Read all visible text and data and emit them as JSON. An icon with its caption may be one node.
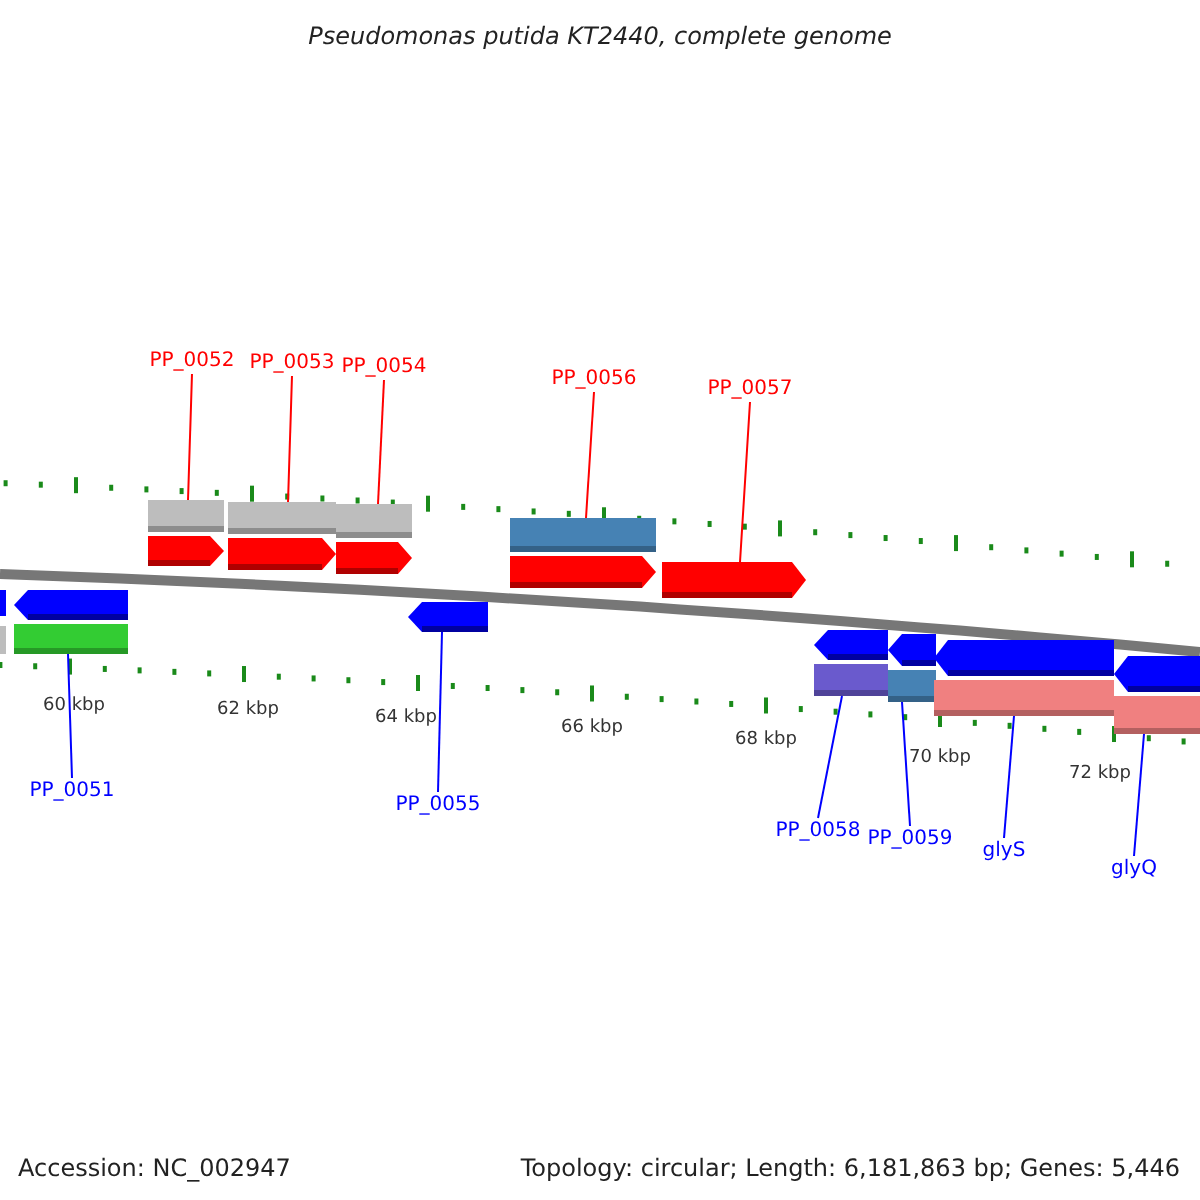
{
  "diagram": {
    "title": "Pseudomonas putida KT2440, complete genome",
    "nodes": [
      {
        "text": [
          "PP_0052"
        ]
      },
      {
        "text": [
          "PP_0053"
        ]
      },
      {
        "text": [
          "PP_0054"
        ]
      },
      {
        "text": [
          "PP_0056"
        ]
      },
      {
        "text": [
          "PP_0057"
        ]
      },
      {
        "text": [
          "PP_0051"
        ]
      },
      {
        "text": [
          "PP_0055"
        ]
      },
      {
        "text": [
          "PP_0058"
        ]
      },
      {
        "text": [
          "PP_0059"
        ]
      },
      {
        "text": [
          "glyS"
        ]
      },
      {
        "text": [
          "glyQ"
        ]
      },
      {
        "text": [],
        "shape": "bar"
      },
      {
        "text": [],
        "shape": "bar"
      },
      {
        "text": [],
        "shape": "bar"
      },
      {
        "text": [],
        "shape": "bar"
      },
      {
        "text": [],
        "shape": "bar"
      },
      {
        "text": [],
        "shape": "bar"
      },
      {
        "text": [],
        "shape": "bar"
      },
      {
        "text": [],
        "shape": "bar"
      },
      {
        "text": [],
        "shape": "bar"
      },
      {
        "text": [],
        "shape": "bar"
      },
      {
        "text": [],
        "shape": "bar"
      }
    ],
    "edges": [
      {
        "from": 0,
        "to": 12,
        "arrow": "none",
        "color": "#ff0000"
      },
      {
        "from": 1,
        "to": 13,
        "arrow": "none",
        "color": "#ff0000"
      },
      {
        "from": 2,
        "to": 14,
        "arrow": "none",
        "color": "#ff0000"
      },
      {
        "from": 3,
        "to": 16,
        "arrow": "none",
        "color": "#ff0000"
      },
      {
        "from": 4,
        "to": 17,
        "arrow": "none",
        "color": "#ff0000"
      },
      {
        "from": 5,
        "to": 11,
        "arrow": "none"
      },
      {
        "from": 6,
        "to": 15,
        "arrow": "none"
      },
      {
        "from": 7,
        "to": 18,
        "arrow": "none"
      },
      {
        "from": 8,
        "to": 19,
        "arrow": "none"
      },
      {
        "from": 9,
        "to": 20,
        "arrow": "none"
      },
      {
        "from": 10,
        "to": 21,
        "arrow": "none"
      }
    ],
    "labels": [
      "60 kbp",
      "62 kbp",
      "64 kbp",
      "66 kbp",
      "68 kbp",
      "70 kbp",
      "72 kbp",
      "Accession: NC_002947",
      "Topology: circular; Length: 6,181,863 bp; Genes: 5,446"
    ]
  }
}
